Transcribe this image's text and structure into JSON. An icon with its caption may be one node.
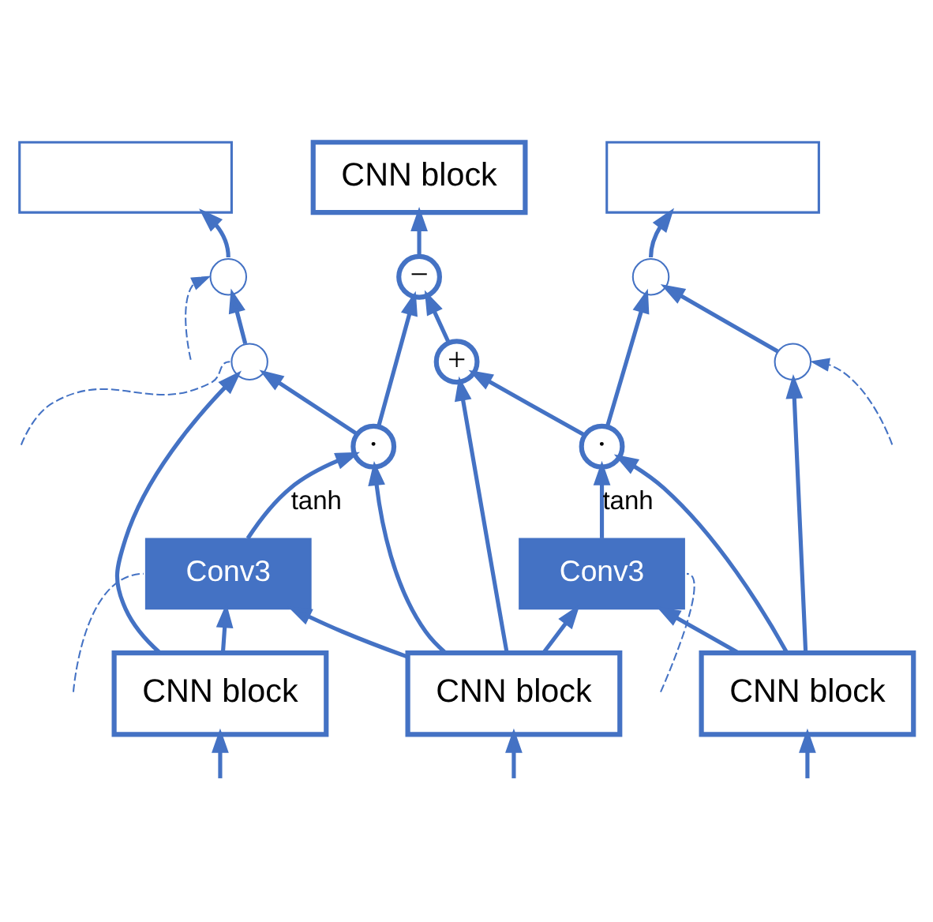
{
  "diagram": {
    "nodes": [
      {
        "text": [],
        "shape": "box"
      },
      {
        "text": [
          "CNN block"
        ]
      },
      {
        "text": [],
        "shape": "box"
      },
      {
        "text": [],
        "shape": "circle"
      },
      {
        "text": [],
        "shape": "circle"
      },
      {
        "text": [
          "−"
        ]
      },
      {
        "text": [
          "+"
        ]
      },
      {
        "text": [],
        "shape": "circle"
      },
      {
        "text": [],
        "shape": "circle"
      },
      {
        "text": [
          "·"
        ]
      },
      {
        "text": [
          "·"
        ]
      },
      {
        "text": [
          "Conv3"
        ]
      },
      {
        "text": [
          "Conv3"
        ]
      },
      {
        "text": [
          "CNN block"
        ]
      },
      {
        "text": [
          "CNN block"
        ]
      },
      {
        "text": [
          "CNN block"
        ]
      }
    ],
    "edges": [
      {
        "from": null,
        "to": 13,
        "arrow": "to"
      },
      {
        "from": null,
        "to": 14,
        "arrow": "to"
      },
      {
        "from": null,
        "to": 15,
        "arrow": "to"
      },
      {
        "from": 13,
        "to": 11,
        "arrow": "to"
      },
      {
        "from": 14,
        "to": 11,
        "arrow": "to"
      },
      {
        "from": 14,
        "to": 12,
        "arrow": "to"
      },
      {
        "from": 15,
        "to": 12,
        "arrow": "to"
      },
      {
        "from": 13,
        "to": 4,
        "arrow": "to"
      },
      {
        "from": 15,
        "to": 8,
        "arrow": "to"
      },
      {
        "from": 11,
        "to": 9,
        "arrow": "to",
        "label": "tanh"
      },
      {
        "from": 12,
        "to": 10,
        "arrow": "to",
        "label": "tanh"
      },
      {
        "from": 14,
        "to": 9,
        "arrow": "to"
      },
      {
        "from": 15,
        "to": 10,
        "arrow": "to"
      },
      {
        "from": 14,
        "to": 6,
        "arrow": "to"
      },
      {
        "from": 10,
        "to": 6,
        "arrow": "to"
      },
      {
        "from": 9,
        "to": 5,
        "arrow": "to"
      },
      {
        "from": 6,
        "to": 5,
        "arrow": "to"
      },
      {
        "from": 9,
        "to": 4,
        "arrow": "to"
      },
      {
        "from": 10,
        "to": 7,
        "arrow": "to"
      },
      {
        "from": 4,
        "to": 3,
        "arrow": "to"
      },
      {
        "from": 8,
        "to": 7,
        "arrow": "to"
      },
      {
        "from": 3,
        "to": 0,
        "arrow": "to"
      },
      {
        "from": 5,
        "to": 1,
        "arrow": "to"
      },
      {
        "from": 7,
        "to": 2,
        "arrow": "to"
      },
      {
        "from": null,
        "to": 3,
        "arrow": "to",
        "style": "dashed"
      },
      {
        "from": null,
        "to": 4,
        "arrow": "none",
        "style": "dashed"
      },
      {
        "from": null,
        "to": 11,
        "arrow": "none",
        "style": "dashed"
      },
      {
        "from": null,
        "to": 8,
        "arrow": "to",
        "style": "dashed"
      },
      {
        "from": null,
        "to": 12,
        "arrow": "none",
        "style": "dashed"
      }
    ]
  }
}
